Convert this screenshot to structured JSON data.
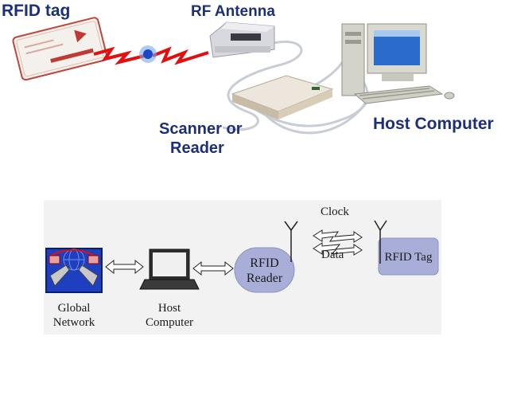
{
  "top_diagram": {
    "rfid_tag_label": "RFID tag",
    "rf_antenna_label": "RF Antenna",
    "scanner_label_line1": "Scanner or",
    "scanner_label_line2": "Reader",
    "host_computer_label": "Host Computer"
  },
  "bottom_diagram": {
    "global_network_line1": "Global",
    "global_network_line2": "Network",
    "host_line1": "Host",
    "host_line2": "Computer",
    "reader_line1": "RFID",
    "reader_line2": "Reader",
    "clock_label": "Clock",
    "data_label": "Data",
    "tag_label": "RFID Tag"
  },
  "colors": {
    "label_blue": "#1c2f7a",
    "signal_red": "#e01010",
    "reader_purple": "#a9aed8",
    "panel_bg": "#f2f2f2"
  }
}
